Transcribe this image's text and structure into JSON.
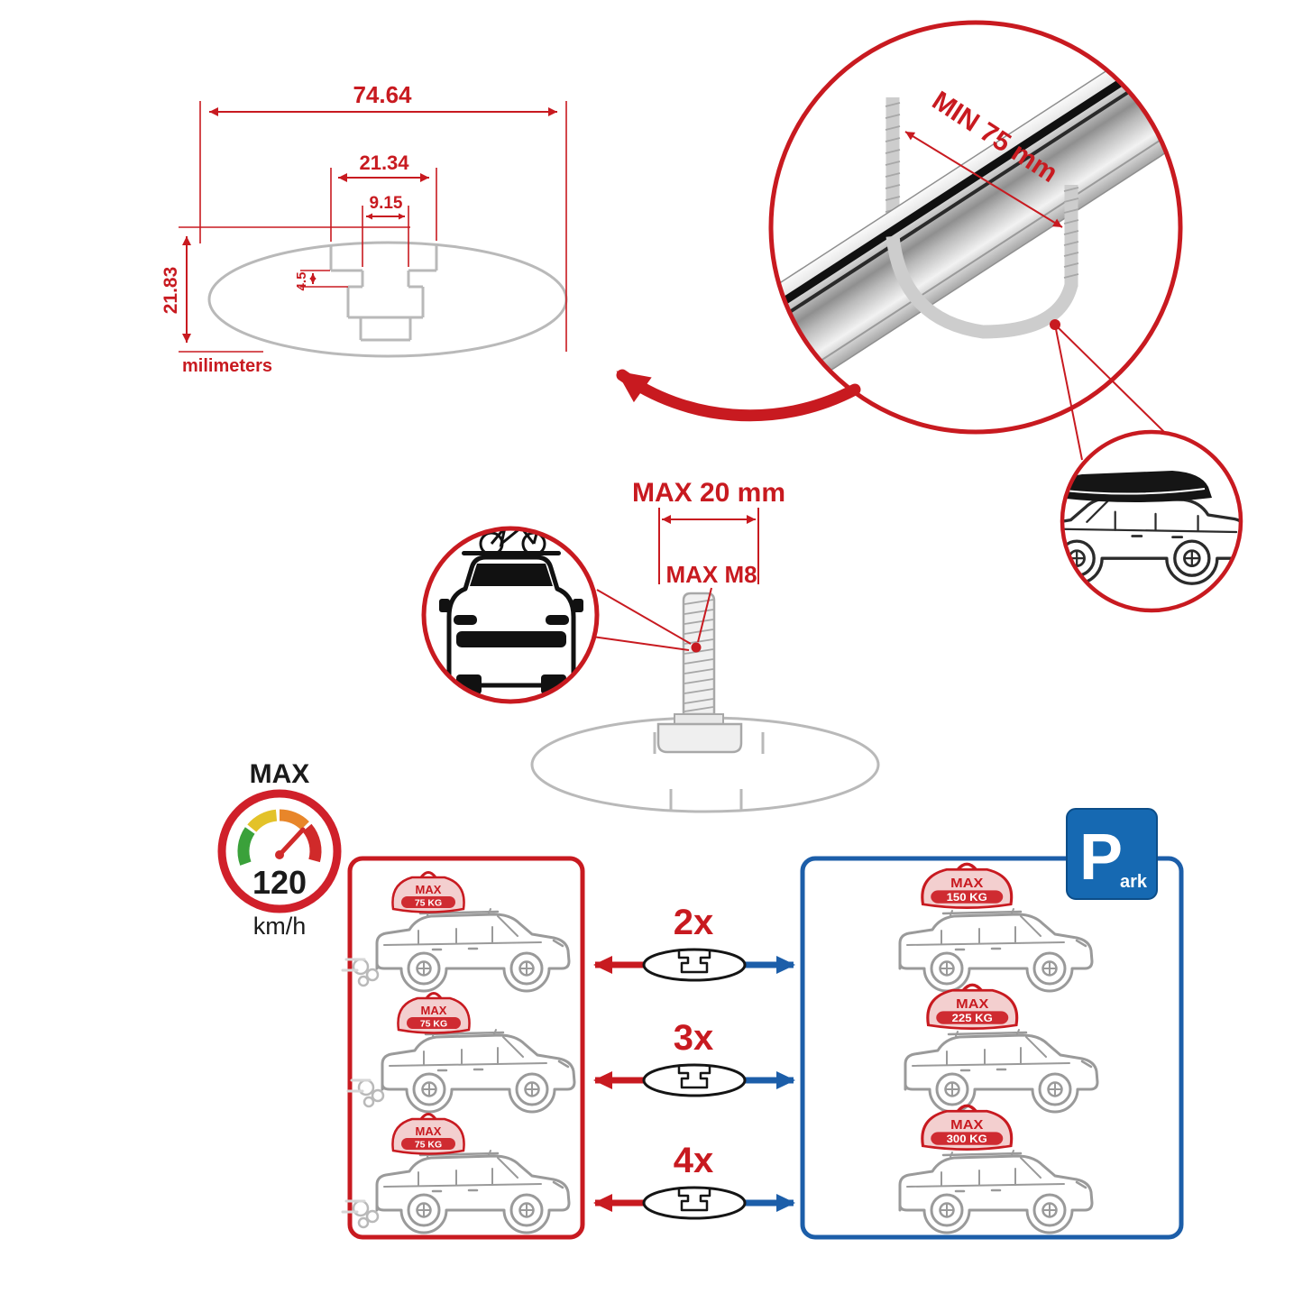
{
  "colors": {
    "accent_red": "#c81a20",
    "accent_blue": "#1c5ea9",
    "drawing_gray": "#b9b9b9"
  },
  "cross_section": {
    "total_width": "74.64",
    "channel_width": "21.34",
    "slot_width": "9.15",
    "lip_depth": "4.5",
    "total_height": "21.83",
    "units": "milimeters"
  },
  "clamp_zoom": {
    "min_clearance": "MIN 75 mm"
  },
  "bolt_spec": {
    "max_length": "MAX 20 mm",
    "max_thread": "MAX M8"
  },
  "speed_limit": {
    "label": "MAX",
    "value": "120",
    "unit": "km/h"
  },
  "crossbar_counts": {
    "row1": "2x",
    "row2": "3x",
    "row3": "4x"
  },
  "driving_loads": [
    {
      "max": "MAX",
      "kg": "75 KG"
    },
    {
      "max": "MAX",
      "kg": "75 KG"
    },
    {
      "max": "MAX",
      "kg": "75 KG"
    }
  ],
  "parked_loads": [
    {
      "max": "MAX",
      "kg": "150 KG"
    },
    {
      "max": "MAX",
      "kg": "225 KG"
    },
    {
      "max": "MAX",
      "kg": "300 KG"
    }
  ],
  "parking_sign": {
    "letter": "P",
    "suffix": "ark"
  }
}
